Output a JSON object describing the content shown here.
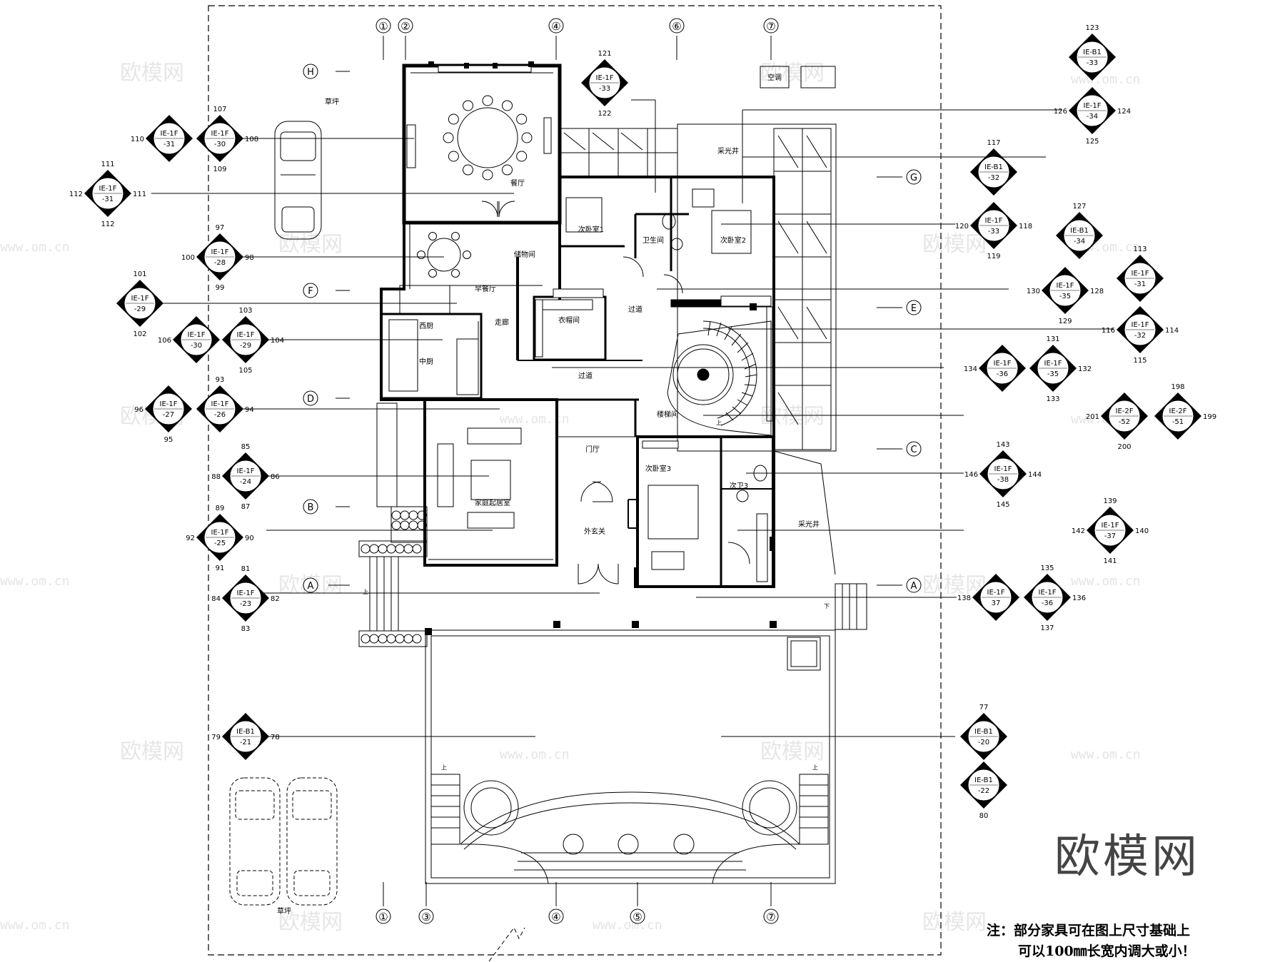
{
  "grid_top": [
    "①",
    "②",
    "④",
    "⑥",
    "⑦"
  ],
  "grid_bottom": [
    "①",
    "③",
    "④",
    "⑤",
    "⑦"
  ],
  "grid_left": [
    "H",
    "F",
    "D",
    "B",
    "A"
  ],
  "grid_right": [
    "G",
    "E",
    "C",
    "A"
  ],
  "rooms": {
    "dining": "餐厅",
    "breakfast": "早餐厅",
    "storage": "储物间",
    "kitchen_w": "西厨",
    "kitchen_c": "中厨",
    "bed1": "次卧室1",
    "bed2": "次卧室2",
    "bath": "卫生间",
    "cloak": "衣帽间",
    "hall1": "过道",
    "hall2": "过道",
    "corridor": "走廊",
    "stairs": "楼梯间",
    "living": "家庭起居室",
    "foyer": "门厅",
    "vestibule": "外玄关",
    "bed3": "次卧室3",
    "bath3": "次卫3",
    "light_well1": "采光井",
    "light_well2": "采光井",
    "ac": "空调",
    "lawn1": "草坪",
    "lawn2": "草坪",
    "up1": "上",
    "up2": "上",
    "up3": "上",
    "up4": "上",
    "up5": "下"
  },
  "markers": [
    {
      "a": "IE-1F",
      "b": "-31",
      "n": [
        "",
        "",
        "110",
        ""
      ]
    },
    {
      "a": "IE-1F",
      "b": "-30",
      "n": [
        "107",
        "109",
        "",
        "108"
      ]
    },
    {
      "a": "IE-1F",
      "b": "-31",
      "n": [
        "111",
        "112",
        "112",
        "111"
      ]
    },
    {
      "a": "IE-1F",
      "b": "-28",
      "n": [
        "97",
        "99",
        "100",
        "98"
      ]
    },
    {
      "a": "IE-1F",
      "b": "-29",
      "n": [
        "101",
        "102",
        "",
        ""
      ]
    },
    {
      "a": "IE-1F",
      "b": "-30",
      "n": [
        "",
        "",
        "106",
        ""
      ]
    },
    {
      "a": "IE-1F",
      "b": "-29",
      "n": [
        "103",
        "105",
        "",
        "104"
      ]
    },
    {
      "a": "IE-1F",
      "b": "-27",
      "n": [
        "",
        "95",
        "96",
        ""
      ]
    },
    {
      "a": "IE-1F",
      "b": "-26",
      "n": [
        "93",
        "",
        "",
        "94"
      ]
    },
    {
      "a": "IE-1F",
      "b": "-24",
      "n": [
        "85",
        "87",
        "88",
        "86"
      ]
    },
    {
      "a": "IE-1F",
      "b": "-25",
      "n": [
        "89",
        "91",
        "92",
        "90"
      ]
    },
    {
      "a": "IE-1F",
      "b": "-23",
      "n": [
        "81",
        "83",
        "84",
        "82"
      ]
    },
    {
      "a": "IE-B1",
      "b": "-21",
      "n": [
        "",
        "",
        "79",
        "78"
      ]
    },
    {
      "a": "IE-1F",
      "b": "-33",
      "n": [
        "121",
        "122",
        "",
        ""
      ]
    },
    {
      "a": "IE-B1",
      "b": "-33",
      "n": [
        "123",
        "",
        "",
        ""
      ]
    },
    {
      "a": "IE-1F",
      "b": "-34",
      "n": [
        "",
        "125",
        "126",
        "124"
      ]
    },
    {
      "a": "IE-B1",
      "b": "-32",
      "n": [
        "117",
        "",
        "",
        ""
      ]
    },
    {
      "a": "IE-1F",
      "b": "-33",
      "n": [
        "",
        "119",
        "120",
        "118"
      ]
    },
    {
      "a": "IE-B1",
      "b": "-34",
      "n": [
        "127",
        "",
        "",
        ""
      ]
    },
    {
      "a": "IE-1F",
      "b": "-35",
      "n": [
        "",
        "129",
        "130",
        "128"
      ]
    },
    {
      "a": "IE-1F",
      "b": "-31",
      "n": [
        "113",
        "",
        "",
        ""
      ]
    },
    {
      "a": "IE-1F",
      "b": "-32",
      "n": [
        "",
        "115",
        "116",
        "114"
      ]
    },
    {
      "a": "IE-1F",
      "b": "-36",
      "n": [
        "",
        "",
        "134",
        ""
      ]
    },
    {
      "a": "IE-1F",
      "b": "-35",
      "n": [
        "131",
        "133",
        "",
        "132"
      ]
    },
    {
      "a": "IE-2F",
      "b": "-52",
      "n": [
        "",
        "200",
        "201",
        ""
      ]
    },
    {
      "a": "IE-2F",
      "b": "-51",
      "n": [
        "198",
        "",
        "",
        "199"
      ]
    },
    {
      "a": "IE-1F",
      "b": "-38",
      "n": [
        "143",
        "145",
        "146",
        "144"
      ]
    },
    {
      "a": "IE-1F",
      "b": "-37",
      "n": [
        "139",
        "141",
        "142",
        "140"
      ]
    },
    {
      "a": "IE-1F",
      "b": "37",
      "n": [
        "",
        "",
        "138",
        ""
      ]
    },
    {
      "a": "IE-1F",
      "b": "-36",
      "n": [
        "135",
        "137",
        "",
        "136"
      ]
    },
    {
      "a": "IE-B1",
      "b": "-20",
      "n": [
        "77",
        "",
        "",
        ""
      ]
    },
    {
      "a": "IE-B1",
      "b": "-22",
      "n": [
        "",
        "80",
        "",
        ""
      ]
    }
  ],
  "watermark": {
    "brand": "欧模网",
    "domain": "www.om.cn"
  },
  "brand_logo": "欧模网",
  "note": {
    "line1": "注：部分家具可在图上尺寸基础上",
    "line2": "可以100㎜长宽内调大或小！"
  }
}
